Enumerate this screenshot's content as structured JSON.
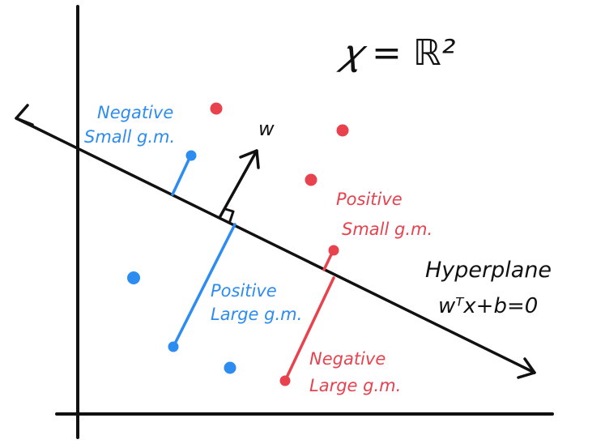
{
  "title_formula": {
    "text": "𝜒 = ℝ²"
  },
  "colors": {
    "blue": "#2d8cf0",
    "red": "#e8424e",
    "black": "#111111"
  },
  "labels": {
    "w_vector": "w",
    "hyperplane_title": "Hyperplane",
    "hyperplane_equation": "wᵀx+b=0",
    "negative_small": [
      "Negative",
      "Small g.m."
    ],
    "positive_large": [
      "Positive",
      "Large g.m."
    ],
    "positive_small": [
      "Positive",
      "Small g.m."
    ],
    "negative_large": [
      "Negative",
      "Large g.m."
    ]
  }
}
